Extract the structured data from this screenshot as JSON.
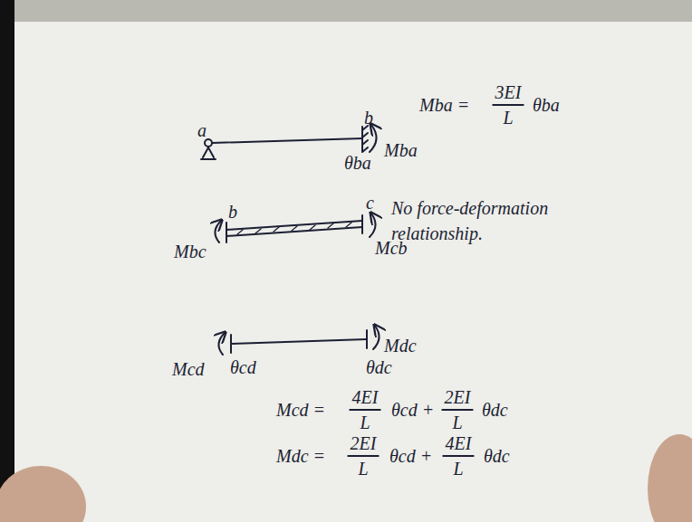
{
  "diagram": {
    "labels": [
      "a",
      "b",
      "θba",
      "Mba",
      "Mba =",
      "3EI",
      "L",
      "θba",
      "b",
      "c",
      "Mbc",
      "Mcb",
      "No force-deformation relationship.",
      "Mcd",
      "θcd",
      "Mdc",
      "θdc",
      "Mcd =",
      "4EI",
      "L",
      "θcd +",
      "2EI",
      "L",
      "θdc",
      "Mdc =",
      "2EI",
      "L",
      "θcd +",
      "4EI",
      "L",
      "θdc"
    ]
  }
}
